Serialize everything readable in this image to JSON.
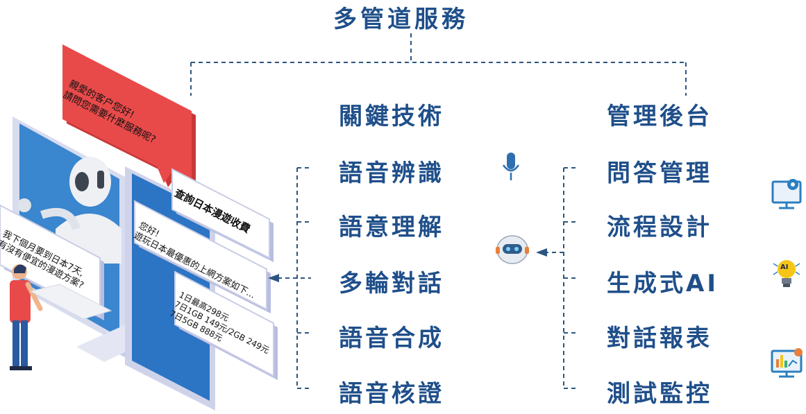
{
  "diagram": {
    "title": "多管道服務",
    "left_column": {
      "heading": "關鍵技術",
      "items": [
        "語音辨識",
        "語意理解",
        "多輪對話",
        "語音合成",
        "語音核證"
      ]
    },
    "right_column": {
      "heading": "管理後台",
      "items": [
        "問答管理",
        "流程設計",
        "生成式AI",
        "對話報表",
        "測試監控"
      ]
    },
    "icons": {
      "microphone": "microphone-icon",
      "bot_head": "robot-head-icon",
      "monitor_gear": "monitor-gear-icon",
      "ai_bulb": "ai-lightbulb-icon",
      "monitor_chart": "monitor-chart-icon",
      "ai_bulb_label": "AI"
    },
    "colors": {
      "text": "#1f4f8a",
      "line": "#2b5580",
      "red_bubble": "#e84a4a",
      "bubble_face": "#ffffff",
      "bubble_side": "#b9bde0",
      "screen": "#2c74c4"
    },
    "illustration": {
      "bot_greeting": [
        "親愛的客户您好!",
        "請問您需要什麼服務呢?"
      ],
      "user_question": [
        "我下個月要到日本7天,",
        "有沒有便宜的漫遊方案?"
      ],
      "query_title": "查詢日本漫遊收費",
      "bot_reply": [
        "您好!",
        "遊玩日本最優惠的上網方案如下..."
      ],
      "plans": [
        "1日最高298元",
        "7日1GB 149元/2GB 249元",
        "7日5GB 888元"
      ]
    }
  }
}
